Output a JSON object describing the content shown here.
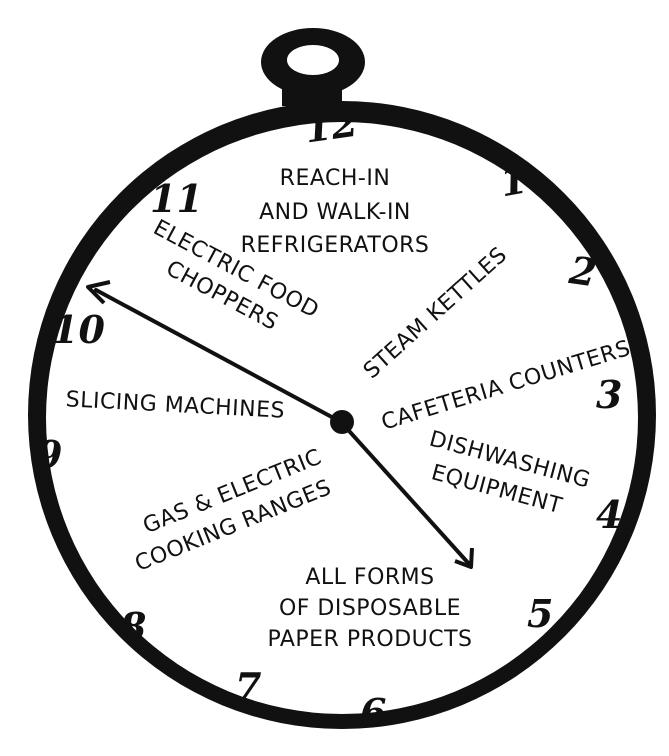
{
  "colors": {
    "ink": "#111111",
    "face": "#ffffff"
  },
  "numerals": [
    "12",
    "1",
    "2",
    "3",
    "4",
    "5",
    "6",
    "7",
    "8",
    "9",
    "10",
    "11"
  ],
  "labels": {
    "top": [
      "REACH-IN",
      "AND WALK-IN",
      "REFRIGERATORS"
    ],
    "electric_food": [
      "ELECTRIC FOOD",
      "CHOPPERS"
    ],
    "steam_kettles": "STEAM KETTLES",
    "cafeteria": "CAFETERIA COUNTERS",
    "slicing": "SLICING MACHINES",
    "dishwashing": [
      "DISHWASHING",
      "EQUIPMENT"
    ],
    "ranges": [
      "GAS & ELECTRIC",
      "COOKING RANGES"
    ],
    "paper": [
      "ALL FORMS",
      "OF DISPOSABLE",
      "PAPER PRODUCTS"
    ]
  }
}
